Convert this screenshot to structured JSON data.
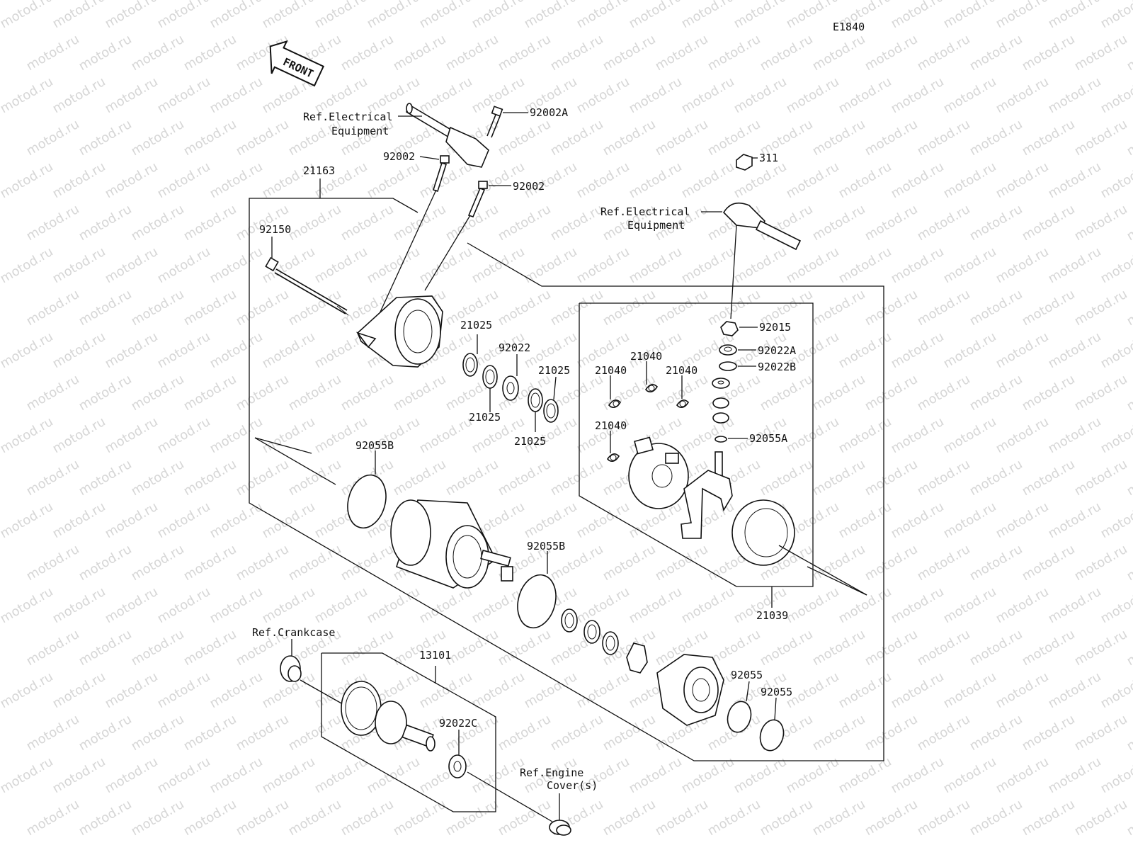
{
  "diagram_code": "E1840",
  "front_label": "FRONT",
  "watermark": "motod.ru",
  "refs": {
    "electrical_1": [
      "Ref.Electrical",
      "Equipment"
    ],
    "electrical_2": [
      "Ref.Electrical",
      "Equipment"
    ],
    "crankcase": "Ref.Crankcase",
    "engine_cover": [
      "Ref.Engine",
      "Cover(s)"
    ]
  },
  "part_numbers": {
    "p21163": "21163",
    "p92002a": "92002A",
    "p92002_1": "92002",
    "p92002_2": "92002",
    "p92150": "92150",
    "p311": "311",
    "p92015": "92015",
    "p92022a": "92022A",
    "p92022b": "92022B",
    "p92055a": "92055A",
    "p21025_a": "21025",
    "p21025_b": "21025",
    "p21025_c": "21025",
    "p21025_d": "21025",
    "p92022": "92022",
    "p21040_a": "21040",
    "p21040_b": "21040",
    "p21040_c": "21040",
    "p21040_d": "21040",
    "p92055b_1": "92055B",
    "p92055b_2": "92055B",
    "p21039": "21039",
    "p13101": "13101",
    "p92022c": "92022C",
    "p92055_1": "92055",
    "p92055_2": "92055"
  }
}
